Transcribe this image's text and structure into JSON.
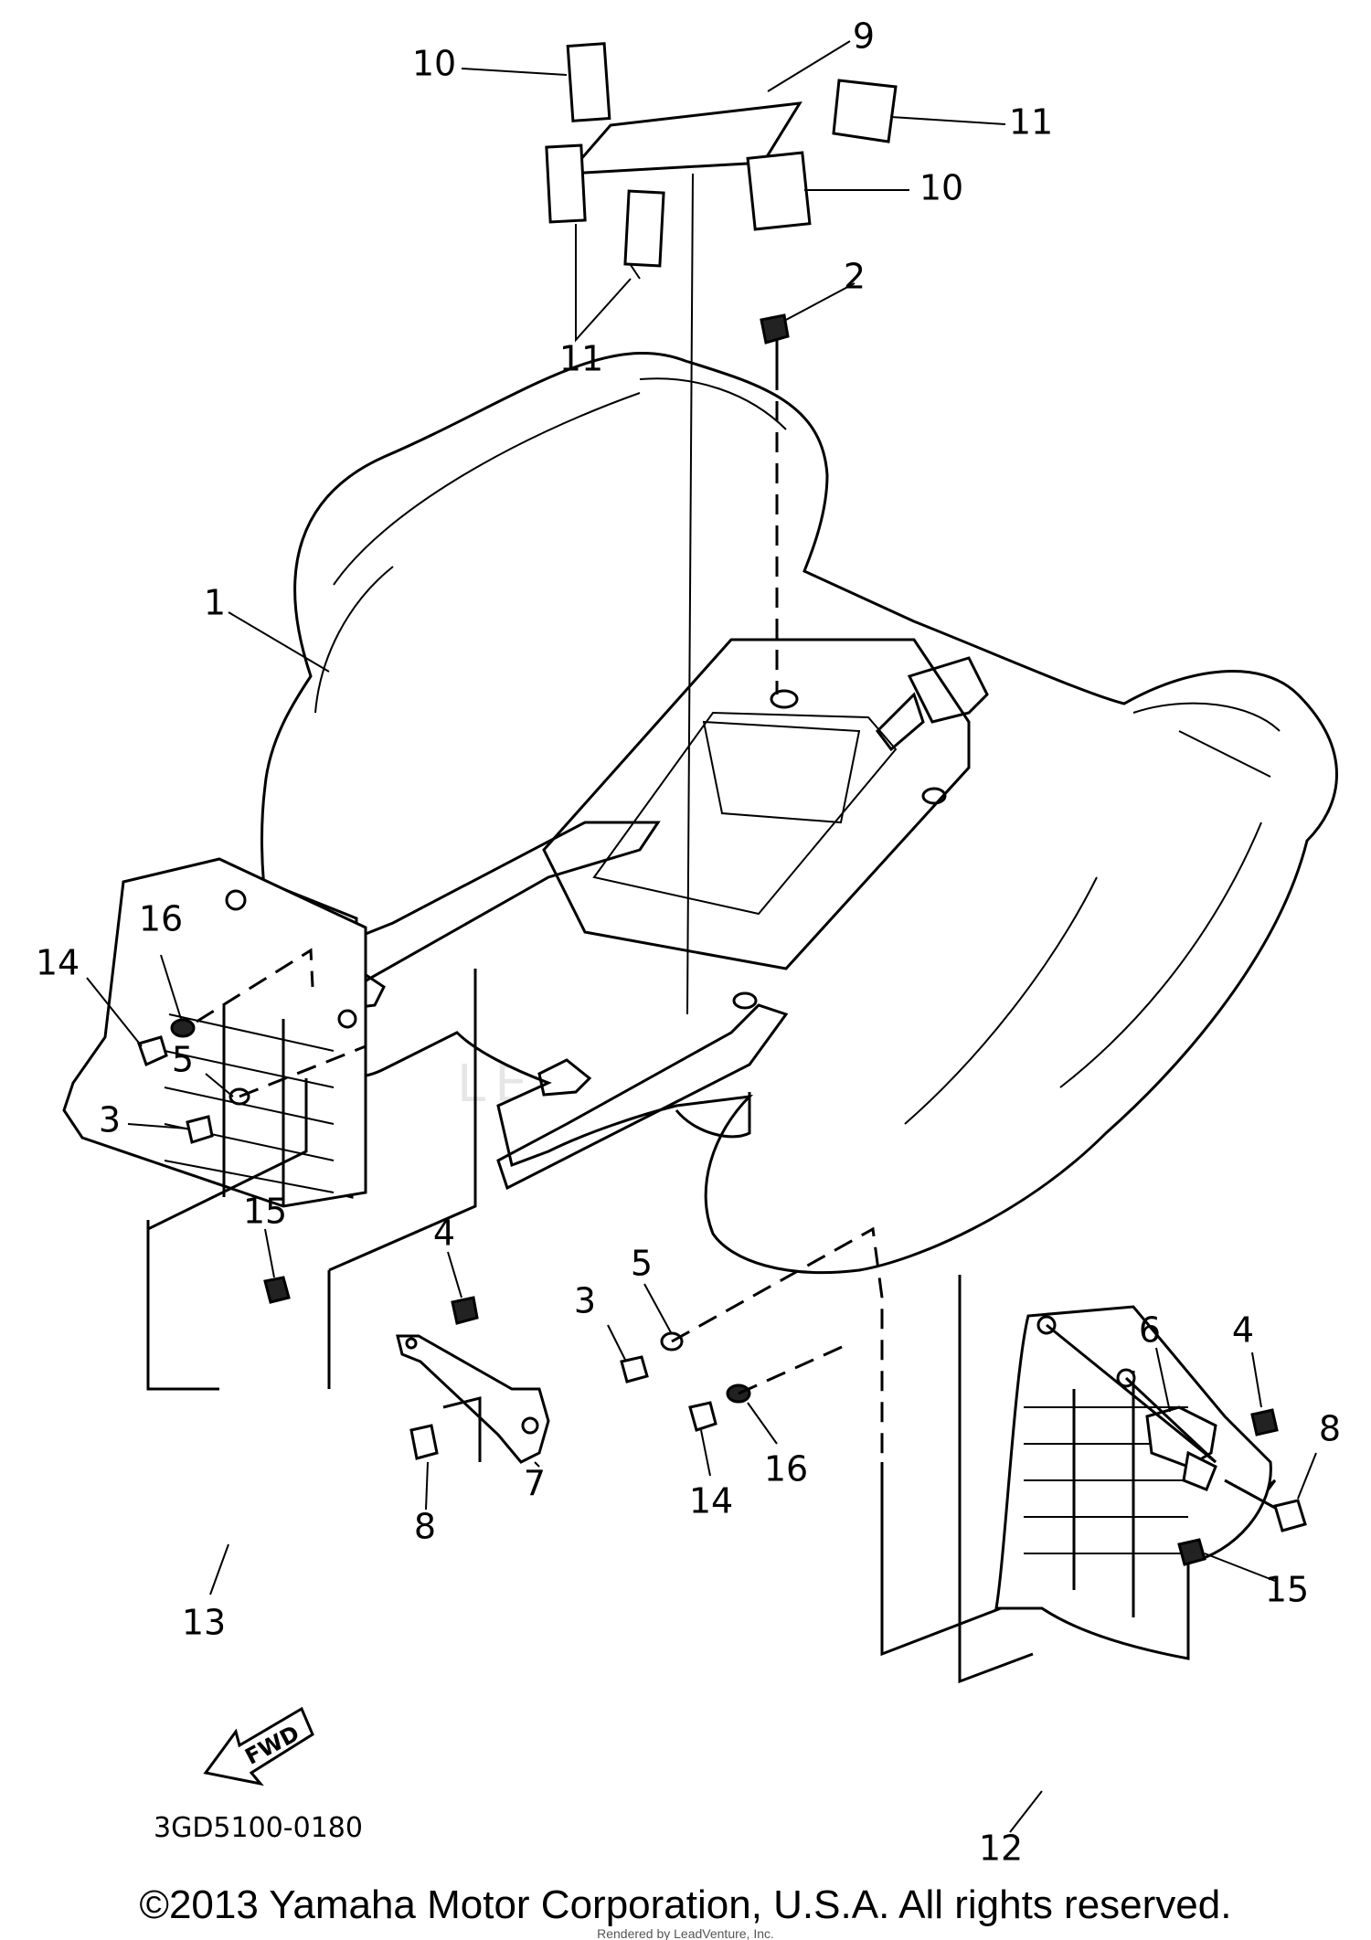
{
  "diagram": {
    "drawing_code": "3GD5100-0180",
    "direction_label": "FWD",
    "watermark": "LEADVENTURE",
    "callouts": [
      {
        "id": "callout-1",
        "label": "1"
      },
      {
        "id": "callout-2",
        "label": "2"
      },
      {
        "id": "callout-3a",
        "label": "3"
      },
      {
        "id": "callout-3b",
        "label": "3"
      },
      {
        "id": "callout-4a",
        "label": "4"
      },
      {
        "id": "callout-4b",
        "label": "4"
      },
      {
        "id": "callout-5a",
        "label": "5"
      },
      {
        "id": "callout-5b",
        "label": "5"
      },
      {
        "id": "callout-6",
        "label": "6"
      },
      {
        "id": "callout-7",
        "label": "7"
      },
      {
        "id": "callout-8a",
        "label": "8"
      },
      {
        "id": "callout-8b",
        "label": "8"
      },
      {
        "id": "callout-9",
        "label": "9"
      },
      {
        "id": "callout-10a",
        "label": "10"
      },
      {
        "id": "callout-10b",
        "label": "10"
      },
      {
        "id": "callout-11a",
        "label": "11"
      },
      {
        "id": "callout-11b",
        "label": "11"
      },
      {
        "id": "callout-12",
        "label": "12"
      },
      {
        "id": "callout-13",
        "label": "13"
      },
      {
        "id": "callout-14a",
        "label": "14"
      },
      {
        "id": "callout-14b",
        "label": "14"
      },
      {
        "id": "callout-15a",
        "label": "15"
      },
      {
        "id": "callout-15b",
        "label": "15"
      },
      {
        "id": "callout-16a",
        "label": "16"
      },
      {
        "id": "callout-16b",
        "label": "16"
      }
    ]
  },
  "footer": {
    "copyright": "©2013 Yamaha Motor Corporation, U.S.A. All rights reserved.",
    "rendered_by": "Rendered by LeadVenture, Inc."
  }
}
